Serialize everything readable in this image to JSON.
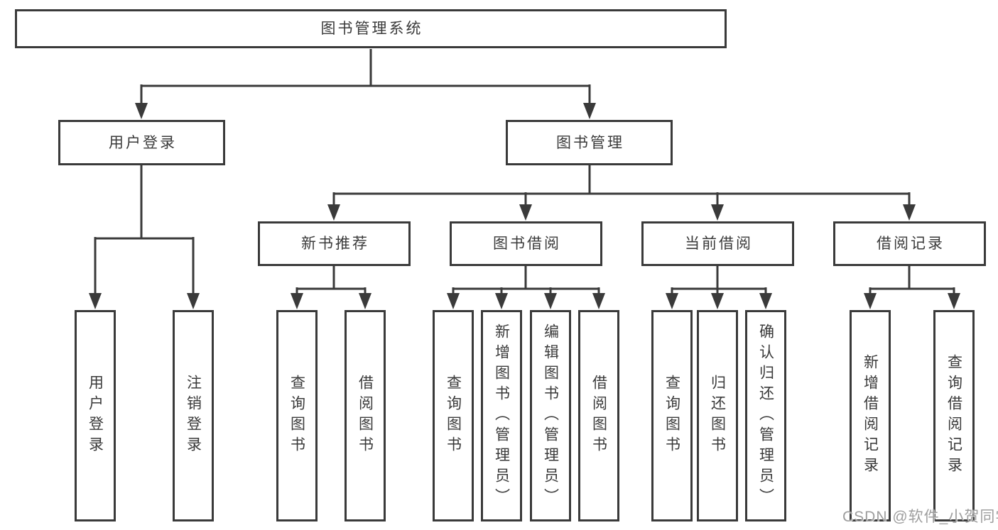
{
  "nodes": {
    "root": "图书管理系统",
    "login": "用户登录",
    "manage": "图书管理",
    "recommend": "新书推荐",
    "borrow": "图书借阅",
    "current": "当前借阅",
    "records": "借阅记录"
  },
  "leaves": {
    "login": [
      "用户登录",
      "注销登录"
    ],
    "recommend": [
      "查询图书",
      "借阅图书"
    ],
    "borrow": [
      "查询图书",
      "新增图书（管理员）",
      "编辑图书（管理员）",
      "借阅图书"
    ],
    "current": [
      "查询图书",
      "归还图书",
      "确认归还（管理员）"
    ],
    "records": [
      "新增借阅记录",
      "查询借阅记录"
    ]
  },
  "watermark": "CSDN @软件_小贺同学",
  "colors": {
    "line": "#3a3a3a",
    "text": "#3a3a3a",
    "watermark": "#9e9e9e",
    "background": "#ffffff"
  }
}
